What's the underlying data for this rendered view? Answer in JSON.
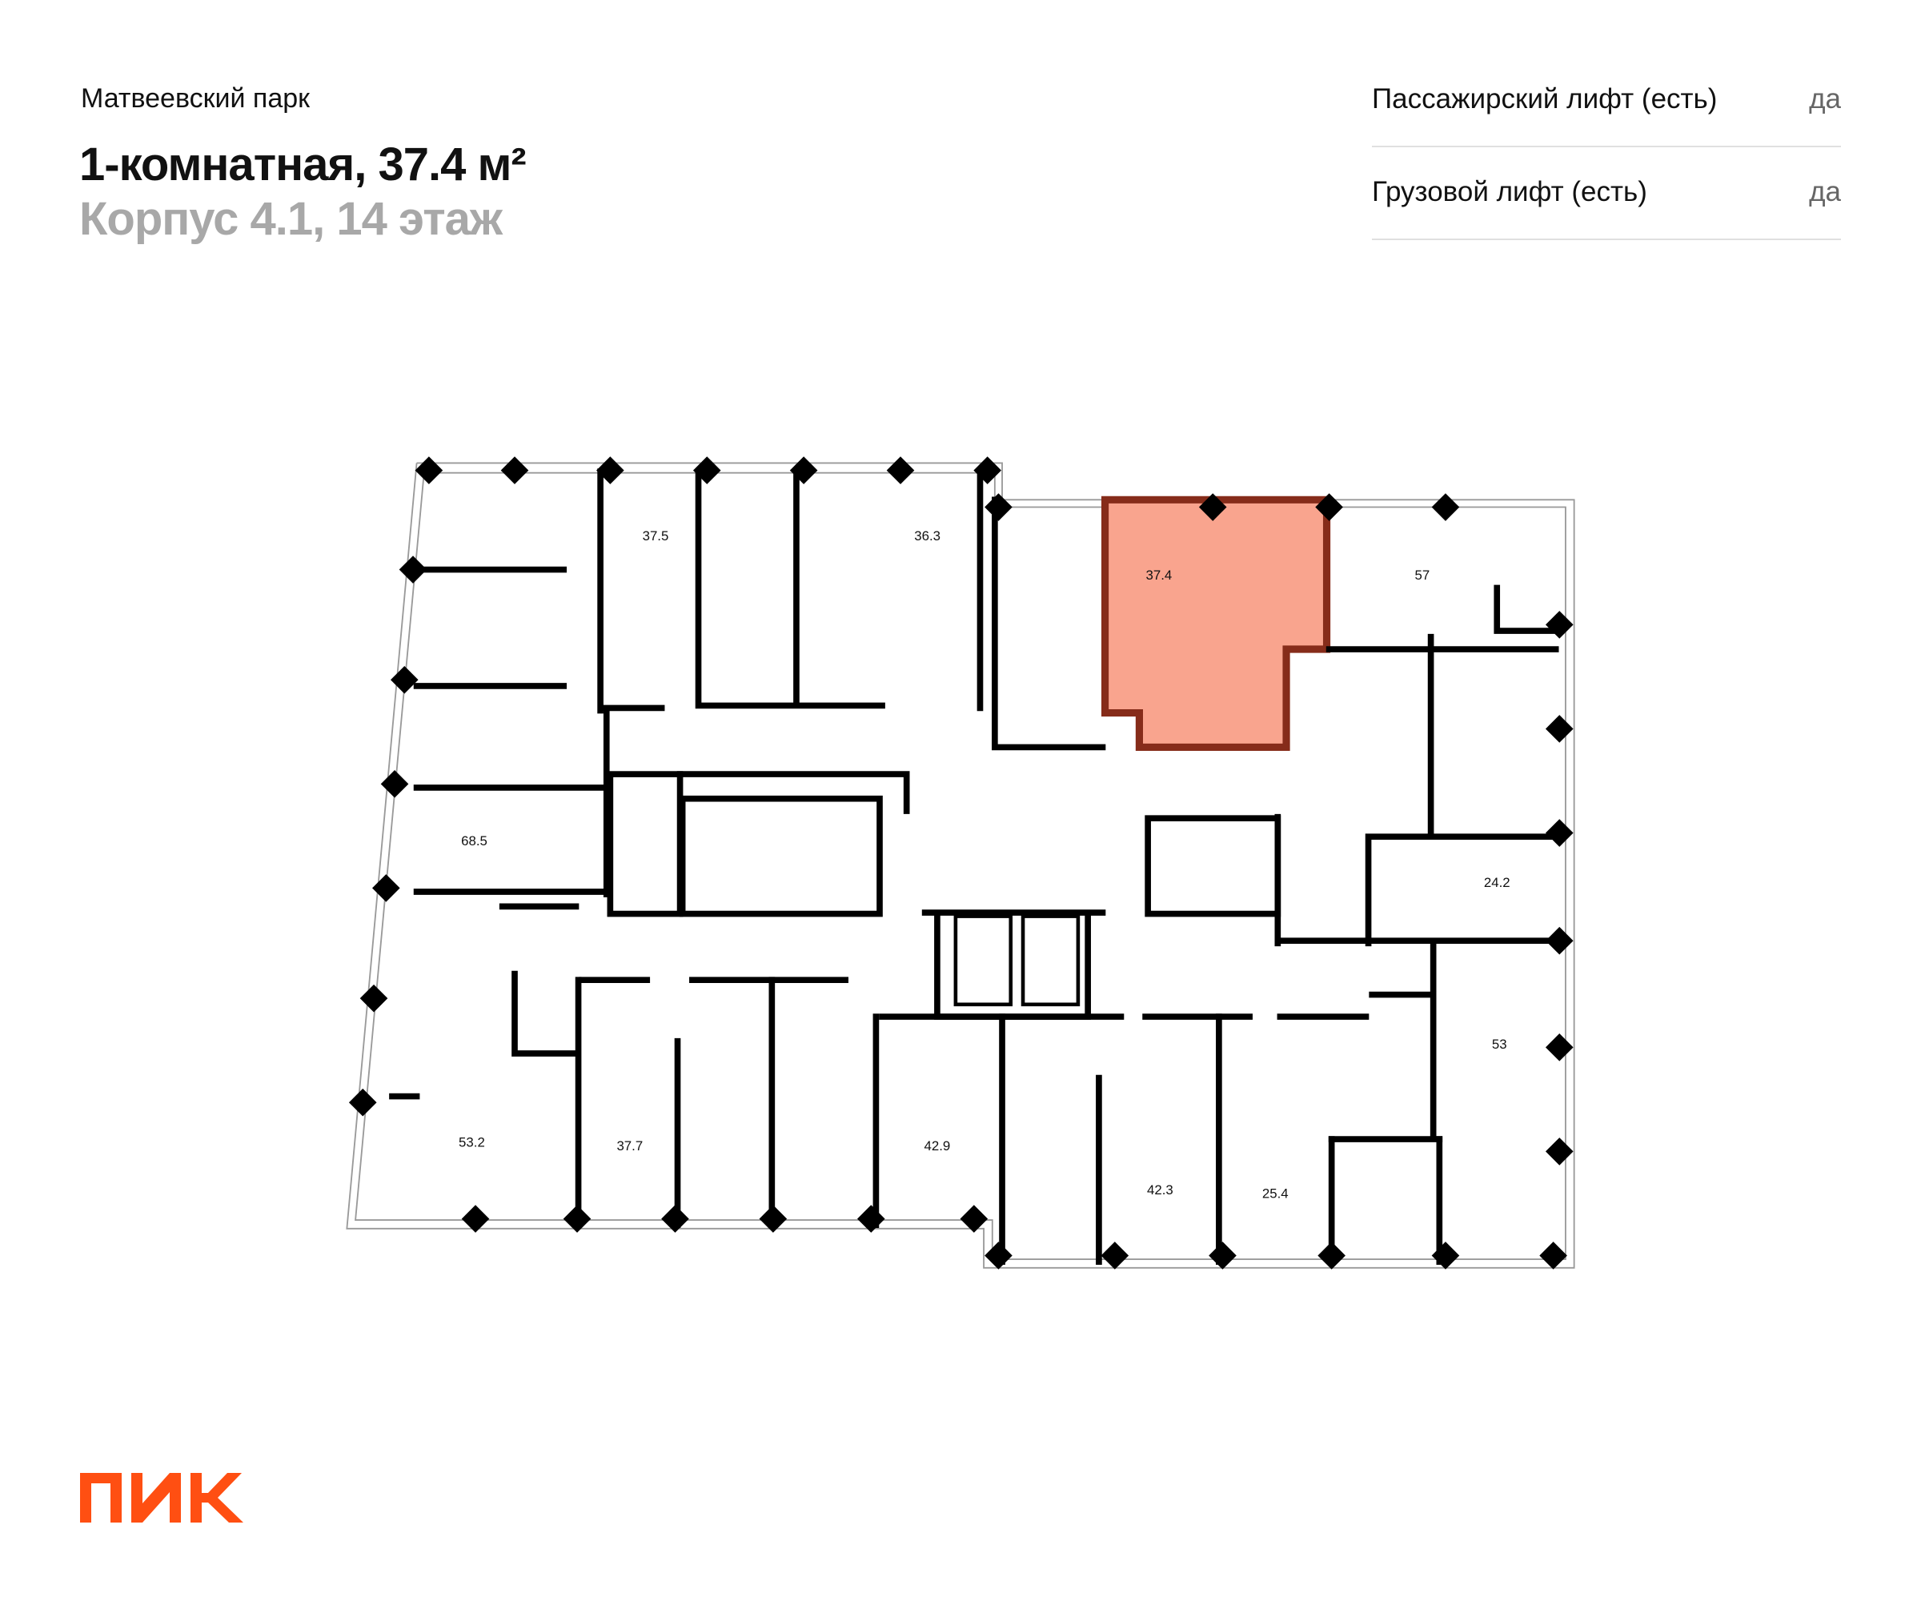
{
  "header": {
    "project": "Матвеевский парк",
    "title": "1-комнатная, 37.4 м²",
    "subtitle": "Корпус 4.1, 14 этаж"
  },
  "features": [
    {
      "label": "Пассажирский лифт (есть)",
      "value": "да"
    },
    {
      "label": "Грузовой лифт (есть)",
      "value": "да"
    }
  ],
  "plan": {
    "highlight_color": "#f9a48e",
    "highlight_border": "#862c1a",
    "areas": [
      "37.5",
      "36.3",
      "37.4",
      "57",
      "68.5",
      "24.2",
      "53",
      "53.2",
      "37.7",
      "42.9",
      "42.3",
      "25.4"
    ]
  },
  "logo": {
    "text": "ПИК",
    "color": "#ff4f12"
  }
}
